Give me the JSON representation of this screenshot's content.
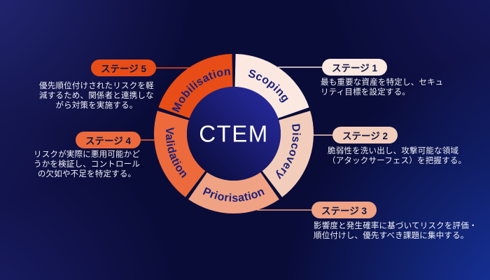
{
  "title": "CTEM",
  "colors": {
    "background_base": "#0a0c38",
    "label_navy": "#1b2178",
    "pill_text": "#11173f",
    "desc_text": "#eef0f6",
    "center_gradient_start": "#070930",
    "center_gradient_end": "#2a2da8",
    "center_text": "#ffffff"
  },
  "wheel": {
    "center_label": "CTEM",
    "segments": [
      {
        "label": "Scoping",
        "color": "#fae8e1",
        "start": 0,
        "end": 72,
        "reverse": false
      },
      {
        "label": "Discovery",
        "color": "#f2cdbb",
        "start": 72,
        "end": 144,
        "reverse": false
      },
      {
        "label": "Priorisation",
        "color": "#f0a284",
        "start": 144,
        "end": 216,
        "reverse": true
      },
      {
        "label": "Validation",
        "color": "#ec6a3c",
        "start": 216,
        "end": 288,
        "reverse": true
      },
      {
        "label": "Mobilisation",
        "color": "#e84d17",
        "start": 288,
        "end": 360,
        "reverse": false
      }
    ]
  },
  "stages": [
    {
      "label": "ステージ 1",
      "pill_color": "#fae8e1",
      "segment": "Scoping",
      "description": "最も重要な資産を特定し、セキュ\nリティ目標を設定する。"
    },
    {
      "label": "ステージ 2",
      "pill_color": "#f2cdbb",
      "segment": "Discovery",
      "description": "脆弱性を洗い出し、攻撃可能な領域\n（アタックサーフェス）を把握する。"
    },
    {
      "label": "ステージ 3",
      "pill_color": "#f0a284",
      "segment": "Priorisation",
      "description": "影響度と発生確率に基づいてリスクを評価・\n順位付けし、優先すべき課題に集中する。"
    },
    {
      "label": "ステージ 4",
      "pill_color": "#ec6a3c",
      "segment": "Validation",
      "description": "リスクが実際に悪用可能かど\nうかを検証し、コントロール\nの欠如や不足を特定する。"
    },
    {
      "label": "ステージ 5",
      "pill_color": "#e84d17",
      "segment": "Mobilisation",
      "description": "優先順位付けされたリスクを軽\n減するため、関係者と連携しな\nがら対策を実施する。"
    }
  ]
}
